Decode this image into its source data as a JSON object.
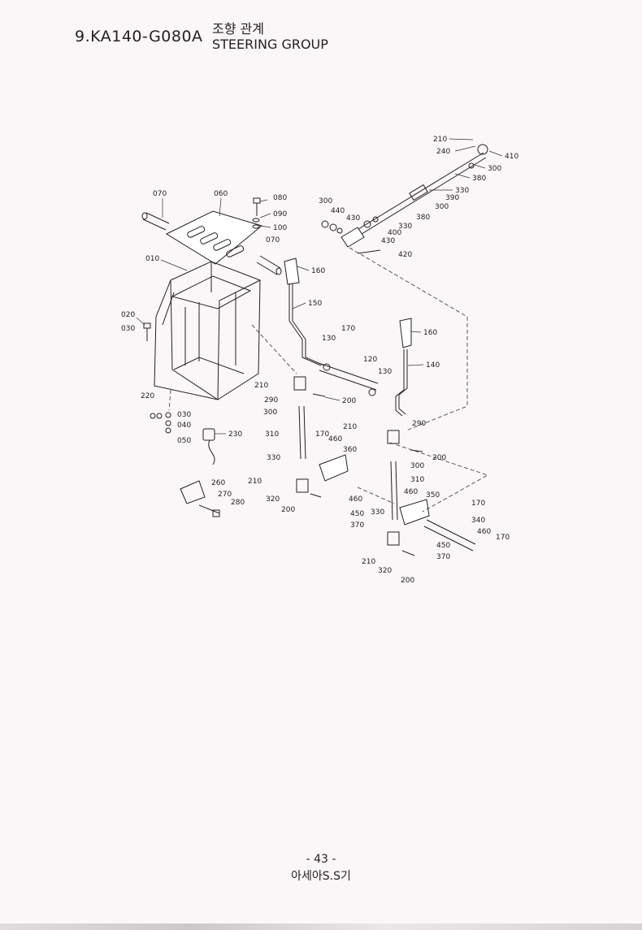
{
  "header": {
    "code": "9.KA140-G080A",
    "title_korean": "조향 관계",
    "title_english": "STEERING GROUP"
  },
  "diagram": {
    "labels": [
      {
        "id": "l210a",
        "text": "210"
      },
      {
        "id": "l240a",
        "text": "240"
      },
      {
        "id": "l410",
        "text": "410"
      },
      {
        "id": "l300a",
        "text": "300"
      },
      {
        "id": "l380a",
        "text": "380"
      },
      {
        "id": "l330a",
        "text": "330"
      },
      {
        "id": "l390",
        "text": "390"
      },
      {
        "id": "l300b",
        "text": "300"
      },
      {
        "id": "l300c",
        "text": "300"
      },
      {
        "id": "l440",
        "text": "440"
      },
      {
        "id": "l430a",
        "text": "430"
      },
      {
        "id": "l380b",
        "text": "380"
      },
      {
        "id": "l330b",
        "text": "330"
      },
      {
        "id": "l400",
        "text": "400"
      },
      {
        "id": "l430b",
        "text": "430"
      },
      {
        "id": "l420",
        "text": "420"
      },
      {
        "id": "l070a",
        "text": "070"
      },
      {
        "id": "l060",
        "text": "060"
      },
      {
        "id": "l080",
        "text": "080"
      },
      {
        "id": "l090",
        "text": "090"
      },
      {
        "id": "l100",
        "text": "100"
      },
      {
        "id": "l070b",
        "text": "070"
      },
      {
        "id": "l010",
        "text": "010"
      },
      {
        "id": "l160a",
        "text": "160"
      },
      {
        "id": "l150",
        "text": "150"
      },
      {
        "id": "l020",
        "text": "020"
      },
      {
        "id": "l030a",
        "text": "030"
      },
      {
        "id": "l170a",
        "text": "170"
      },
      {
        "id": "l130a",
        "text": "130"
      },
      {
        "id": "l120",
        "text": "120"
      },
      {
        "id": "l130b",
        "text": "130"
      },
      {
        "id": "l160b",
        "text": "160"
      },
      {
        "id": "l140",
        "text": "140"
      },
      {
        "id": "l210b",
        "text": "210"
      },
      {
        "id": "l290a",
        "text": "290"
      },
      {
        "id": "l200a",
        "text": "200"
      },
      {
        "id": "l300d",
        "text": "300"
      },
      {
        "id": "l220",
        "text": "220"
      },
      {
        "id": "l030b",
        "text": "030"
      },
      {
        "id": "l040",
        "text": "040"
      },
      {
        "id": "l050",
        "text": "050"
      },
      {
        "id": "l230",
        "text": "230"
      },
      {
        "id": "l310a",
        "text": "310"
      },
      {
        "id": "l170b",
        "text": "170"
      },
      {
        "id": "l460a",
        "text": "460"
      },
      {
        "id": "l210c",
        "text": "210"
      },
      {
        "id": "l290b",
        "text": "290"
      },
      {
        "id": "l360",
        "text": "360"
      },
      {
        "id": "l200b",
        "text": "200"
      },
      {
        "id": "l330c",
        "text": "330"
      },
      {
        "id": "l300e",
        "text": "300"
      },
      {
        "id": "l210d",
        "text": "210"
      },
      {
        "id": "l260",
        "text": "260"
      },
      {
        "id": "l270",
        "text": "270"
      },
      {
        "id": "l280",
        "text": "280"
      },
      {
        "id": "l310b",
        "text": "310"
      },
      {
        "id": "l320a",
        "text": "320"
      },
      {
        "id": "l460b",
        "text": "460"
      },
      {
        "id": "l460c",
        "text": "460"
      },
      {
        "id": "l350",
        "text": "350"
      },
      {
        "id": "l200c",
        "text": "200"
      },
      {
        "id": "l450a",
        "text": "450"
      },
      {
        "id": "l330d",
        "text": "330"
      },
      {
        "id": "l170c",
        "text": "170"
      },
      {
        "id": "l370a",
        "text": "370"
      },
      {
        "id": "l340",
        "text": "340"
      },
      {
        "id": "l460d",
        "text": "460"
      },
      {
        "id": "l170d",
        "text": "170"
      },
      {
        "id": "l450b",
        "text": "450"
      },
      {
        "id": "l210e",
        "text": "210"
      },
      {
        "id": "l370b",
        "text": "370"
      },
      {
        "id": "l320b",
        "text": "320"
      },
      {
        "id": "l200d",
        "text": "200"
      }
    ]
  },
  "footer": {
    "page_number": "- 43 -",
    "publisher": "아세아S.S기"
  }
}
